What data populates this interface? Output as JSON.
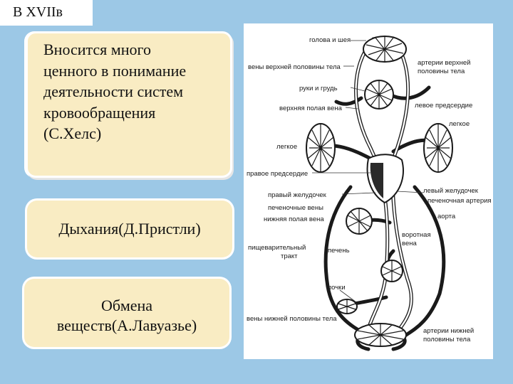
{
  "header": {
    "title": "В XVIIв"
  },
  "cards": [
    {
      "lines": [
        "Вносится много",
        "ценного в понимание",
        "деятельности систем",
        "кровообращения",
        "(С.Хелс)"
      ]
    },
    {
      "text": "Дыхания(Д.Пристли)"
    },
    {
      "lines": [
        "Обмена",
        "веществ(А.Лавуазье)"
      ]
    }
  ],
  "diagram": {
    "labels": {
      "head_neck": "голова и шея",
      "upper_body_veins": "вены верхней половины тела",
      "upper_body_arteries_1": "артерии верхней",
      "upper_body_arteries_2": "половины тела",
      "arms_chest": "руки и грудь",
      "superior_vena_cava": "верхняя полая вена",
      "left_atrium": "левое предсердие",
      "lung_right": "легкое",
      "lung_left": "легкое",
      "right_atrium": "правое предсердие",
      "right_ventricle": "правый желудочек",
      "left_ventricle": "левый желудочек",
      "hepatic_veins": "печеночные вены",
      "hepatic_artery": "печеночная артерия",
      "inferior_vena_cava": "нижняя полая вена",
      "aorta": "аорта",
      "portal_vein_1": "воротная",
      "portal_vein_2": "вена",
      "digestive_tract_1": "пищеварительный",
      "digestive_tract_2": "тракт",
      "liver": "печень",
      "kidneys": "почки",
      "lower_body_veins": "вены нижней половины тела",
      "lower_body_arteries_1": "артерии нижней",
      "lower_body_arteries_2": "половины тела"
    }
  }
}
